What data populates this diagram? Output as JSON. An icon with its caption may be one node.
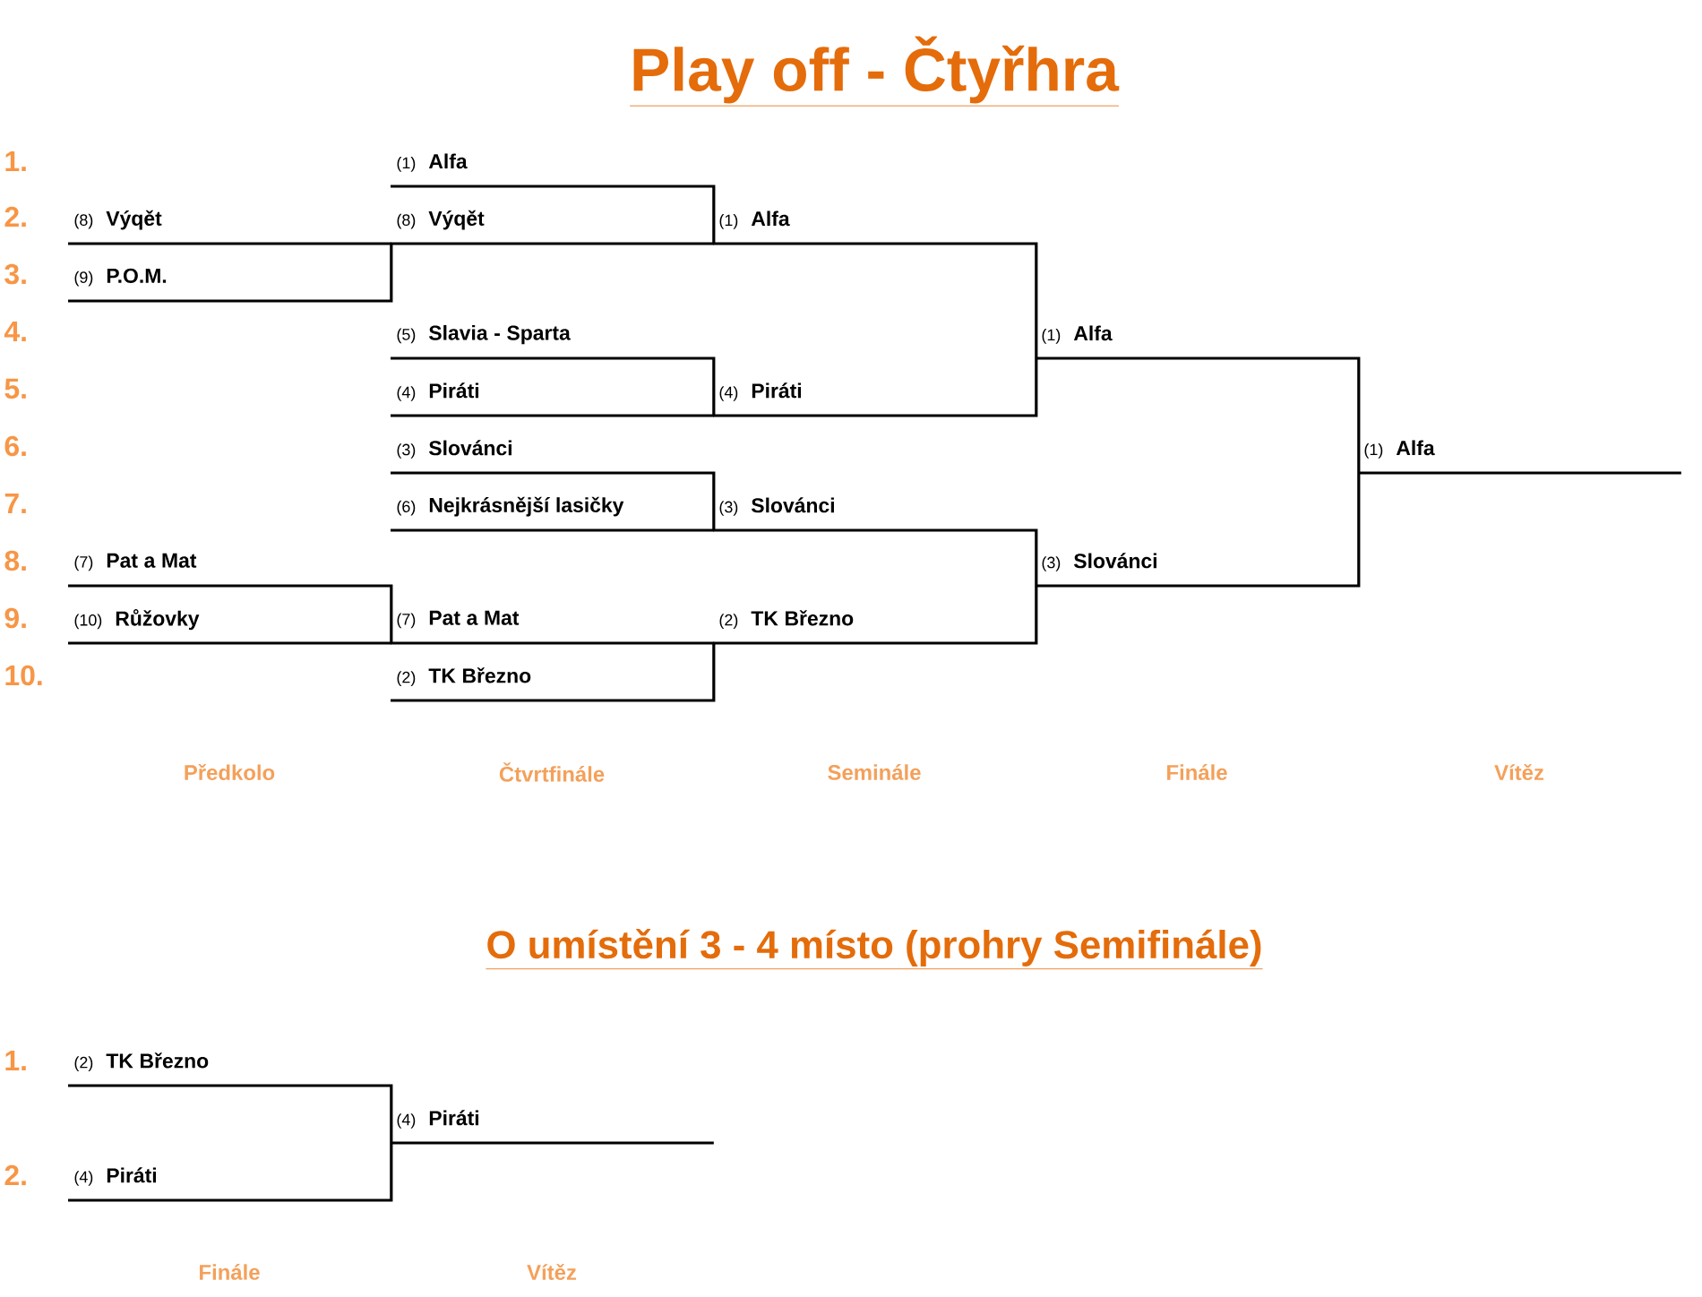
{
  "diagram": {
    "title": "Play off - Čtyřhra",
    "nodes": [
      {
        "text": [
          "(8)",
          "Výqět"
        ]
      },
      {
        "text": [
          "(9)",
          "P.O.M."
        ]
      },
      {
        "text": [
          "(7)",
          "Pat a Mat"
        ]
      },
      {
        "text": [
          "(10)",
          "Růžovky"
        ]
      },
      {
        "text": [
          "(1)",
          "Alfa"
        ]
      },
      {
        "text": [
          "(8)",
          "Výqět"
        ]
      },
      {
        "text": [
          "(5)",
          "Slavia - Sparta"
        ]
      },
      {
        "text": [
          "(4)",
          "Piráti"
        ]
      },
      {
        "text": [
          "(3)",
          "Slovánci"
        ]
      },
      {
        "text": [
          "(6)",
          "Nejkrásnější lasičky"
        ]
      },
      {
        "text": [
          "(7)",
          "Pat a Mat"
        ]
      },
      {
        "text": [
          "(2)",
          "TK Březno"
        ]
      },
      {
        "text": [
          "(1)",
          "Alfa"
        ]
      },
      {
        "text": [
          "(4)",
          "Piráti"
        ]
      },
      {
        "text": [
          "(3)",
          "Slovánci"
        ]
      },
      {
        "text": [
          "(2)",
          "TK Březno"
        ]
      },
      {
        "text": [
          "(1)",
          "Alfa"
        ]
      },
      {
        "text": [
          "(3)",
          "Slovánci"
        ]
      },
      {
        "text": [
          "(1)",
          "Alfa"
        ]
      },
      {
        "text": [
          "(2)",
          "TK Březno"
        ]
      },
      {
        "text": [
          "(4)",
          "Piráti"
        ]
      },
      {
        "text": [
          "(4)",
          "Piráti"
        ]
      }
    ],
    "edges": [
      {
        "from": 0,
        "to": 5,
        "arrow": "none"
      },
      {
        "from": 1,
        "to": 5,
        "arrow": "none"
      },
      {
        "from": 2,
        "to": 10,
        "arrow": "none"
      },
      {
        "from": 3,
        "to": 10,
        "arrow": "none"
      },
      {
        "from": 4,
        "to": 12,
        "arrow": "none"
      },
      {
        "from": 5,
        "to": 12,
        "arrow": "none"
      },
      {
        "from": 6,
        "to": 13,
        "arrow": "none"
      },
      {
        "from": 7,
        "to": 13,
        "arrow": "none"
      },
      {
        "from": 8,
        "to": 14,
        "arrow": "none"
      },
      {
        "from": 9,
        "to": 14,
        "arrow": "none"
      },
      {
        "from": 10,
        "to": 15,
        "arrow": "none"
      },
      {
        "from": 11,
        "to": 15,
        "arrow": "none"
      },
      {
        "from": 12,
        "to": 16,
        "arrow": "none"
      },
      {
        "from": 13,
        "to": 16,
        "arrow": "none"
      },
      {
        "from": 14,
        "to": 17,
        "arrow": "none"
      },
      {
        "from": 15,
        "to": 17,
        "arrow": "none"
      },
      {
        "from": 16,
        "to": 18,
        "arrow": "none"
      },
      {
        "from": 17,
        "to": 18,
        "arrow": "none"
      },
      {
        "from": 19,
        "to": 21,
        "arrow": "none"
      },
      {
        "from": 20,
        "to": 21,
        "arrow": "none"
      }
    ],
    "labels": [
      "1.",
      "2.",
      "3.",
      "4.",
      "5.",
      "6.",
      "7.",
      "8.",
      "9.",
      "10.",
      "Předkolo",
      "Čtvrtfinále",
      "Seminále",
      "Finále",
      "Vítěz",
      "O umístění 3 - 4 místo (prohry Semifinále)",
      "1.",
      "2.",
      "Finále",
      "Vítěz"
    ]
  }
}
